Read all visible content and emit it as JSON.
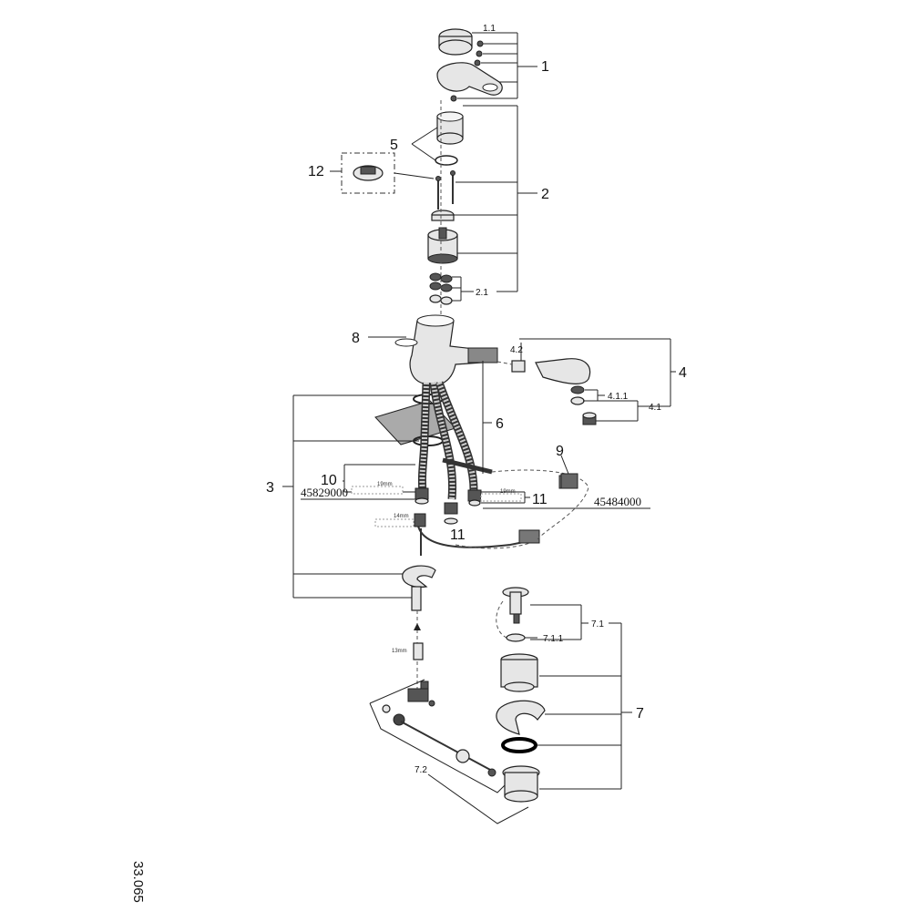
{
  "labels": {
    "p1_1": "1.1",
    "p1": "1",
    "p5": "5",
    "p12": "12",
    "p2": "2",
    "p2_1": "2.1",
    "p8": "8",
    "p4_2": "4.2",
    "p4": "4",
    "p4_1_1": "4.1.1",
    "p4_1": "4.1",
    "p6": "6",
    "p9": "9",
    "p3": "3",
    "p10": "10",
    "p11a": "11",
    "p11b": "11",
    "p7_1": "7.1",
    "p7_1_1": "7.1.1",
    "p7": "7",
    "p7_2": "7.2"
  },
  "part_numbers": {
    "left": "45829000",
    "right": "45484000"
  },
  "dimensions": {
    "d19a": "19mm",
    "d19b": "19mm",
    "d14": "14mm",
    "d13": "13mm"
  },
  "drawing_number": "33.065"
}
